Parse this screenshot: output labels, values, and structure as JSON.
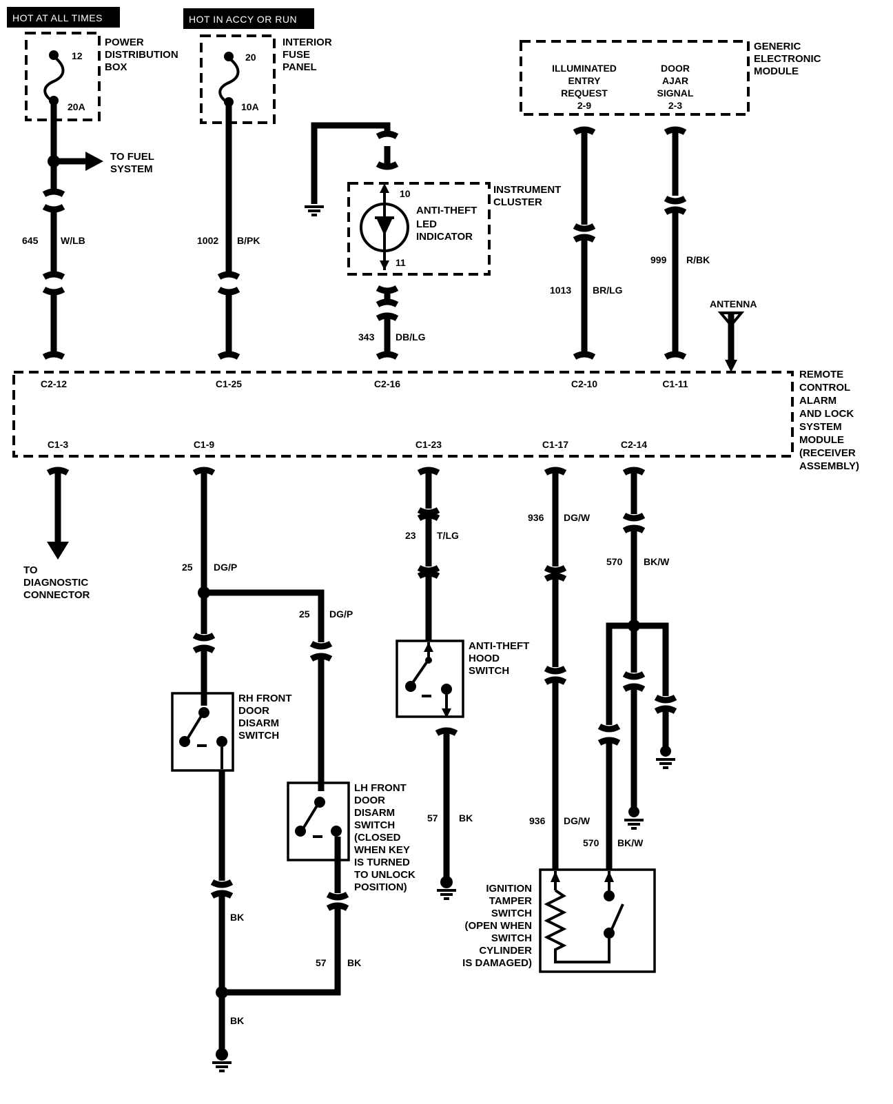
{
  "headers": {
    "hot_at_all_times": "HOT AT ALL TIMES",
    "hot_in_accy_or_run": "HOT IN ACCY OR RUN"
  },
  "power_distribution_box": {
    "label": [
      "POWER",
      "DISTRIBUTION",
      "BOX"
    ],
    "fuse_number": "12",
    "fuse_rating": "20A"
  },
  "interior_fuse_panel": {
    "label": [
      "INTERIOR",
      "FUSE",
      "PANEL"
    ],
    "fuse_number": "20",
    "fuse_rating": "10A"
  },
  "to_fuel_system": [
    "TO FUEL",
    "SYSTEM"
  ],
  "instrument_cluster": {
    "label": [
      "INSTRUMENT",
      "CLUSTER"
    ],
    "led_label": [
      "ANTI-THEFT",
      "LED",
      "INDICATOR"
    ],
    "pin_top": "10",
    "pin_bottom": "11"
  },
  "generic_electronic_module": {
    "label": [
      "GENERIC",
      "ELECTRONIC",
      "MODULE"
    ],
    "illuminated_entry": [
      "ILLUMINATED",
      "ENTRY",
      "REQUEST",
      "2-9"
    ],
    "door_ajar": [
      "DOOR",
      "AJAR",
      "SIGNAL",
      "2-3"
    ]
  },
  "antenna": "ANTENNA",
  "module": {
    "label": [
      "REMOTE",
      "CONTROL",
      "ALARM",
      "AND LOCK",
      "SYSTEM",
      "MODULE",
      "(RECEIVER",
      "ASSEMBLY)"
    ],
    "top_pins": [
      "C2-12",
      "C1-25",
      "C2-16",
      "C2-10",
      "C1-11"
    ],
    "bottom_pins": [
      "C1-3",
      "C1-9",
      "C1-23",
      "C1-17",
      "C2-14"
    ]
  },
  "wires": {
    "w645": {
      "circuit": "645",
      "color": "W/LB"
    },
    "w1002": {
      "circuit": "1002",
      "color": "B/PK"
    },
    "w343": {
      "circuit": "343",
      "color": "DB/LG"
    },
    "w1013": {
      "circuit": "1013",
      "color": "BR/LG"
    },
    "w999": {
      "circuit": "999",
      "color": "R/BK"
    },
    "w25a": {
      "circuit": "25",
      "color": "DG/P"
    },
    "w25b": {
      "circuit": "25",
      "color": "DG/P"
    },
    "w23": {
      "circuit": "23",
      "color": "T/LG"
    },
    "w936a": {
      "circuit": "936",
      "color": "DG/W"
    },
    "w936b": {
      "circuit": "936",
      "color": "DG/W"
    },
    "w570a": {
      "circuit": "570",
      "color": "BK/W"
    },
    "w570b": {
      "circuit": "570",
      "color": "BK/W"
    },
    "w57a": {
      "circuit": "57",
      "color": "BK"
    },
    "w57b": {
      "circuit": "57",
      "color": "BK"
    },
    "bk_rh": "BK",
    "bk_gnd": "BK"
  },
  "to_diagnostic_connector": [
    "TO",
    "DIAGNOSTIC",
    "CONNECTOR"
  ],
  "anti_theft_hood_switch": [
    "ANTI-THEFT",
    "HOOD",
    "SWITCH"
  ],
  "rh_front_door_disarm_switch": [
    "RH FRONT",
    "DOOR",
    "DISARM",
    "SWITCH"
  ],
  "lh_front_door_disarm_switch": [
    "LH FRONT",
    "DOOR",
    "DISARM",
    "SWITCH",
    "(CLOSED",
    "WHEN KEY",
    "IS TURNED",
    "TO UNLOCK",
    "POSITION)"
  ],
  "ignition_tamper_switch": [
    "IGNITION",
    "TAMPER",
    "SWITCH",
    "(OPEN WHEN",
    "SWITCH",
    "CYLINDER",
    "IS DAMAGED)"
  ]
}
